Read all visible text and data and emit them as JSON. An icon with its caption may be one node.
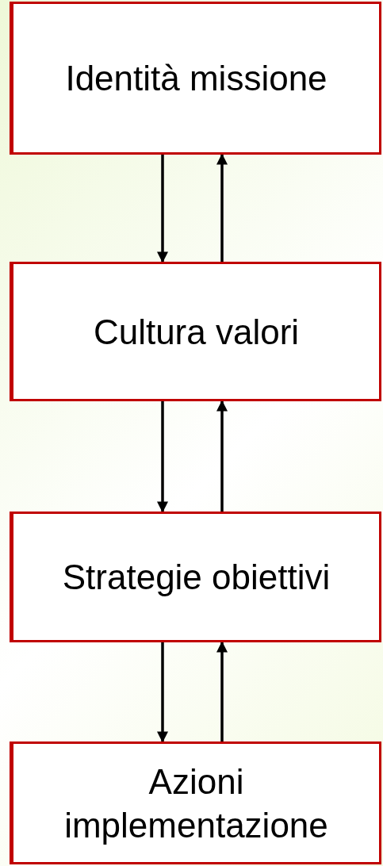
{
  "diagram": {
    "nodes": [
      {
        "text": [
          "Identità missione"
        ]
      },
      {
        "text": [
          "Cultura valori"
        ]
      },
      {
        "text": [
          "Strategie obiettivi"
        ]
      },
      {
        "text": [
          "Azioni implementazione"
        ]
      }
    ],
    "edges": [
      {
        "from": 0,
        "to": 1,
        "arrow": "to"
      },
      {
        "from": 1,
        "to": 0,
        "arrow": "to"
      },
      {
        "from": 1,
        "to": 2,
        "arrow": "to"
      },
      {
        "from": 2,
        "to": 1,
        "arrow": "to"
      },
      {
        "from": 2,
        "to": 3,
        "arrow": "to"
      },
      {
        "from": 3,
        "to": 2,
        "arrow": "to"
      }
    ]
  }
}
